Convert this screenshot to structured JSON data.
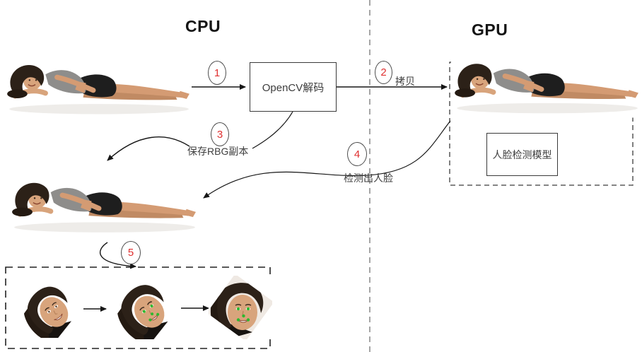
{
  "titles": {
    "cpu": "CPU",
    "gpu": "GPU"
  },
  "boxes": {
    "decode": "OpenCV解码",
    "model": "人脸检测模型"
  },
  "steps": [
    {
      "num": "1"
    },
    {
      "num": "2",
      "label": "拷贝"
    },
    {
      "num": "3",
      "label": "保存RBG副本"
    },
    {
      "num": "4",
      "label": "检测出人脸"
    },
    {
      "num": "5"
    }
  ],
  "images": {
    "cpu_source": "woman-lying-photo",
    "gpu_copy": "woman-lying-photo",
    "rgb_copy": "woman-lying-photo",
    "face_steps": [
      "face-crop",
      "face-crop-landmarks",
      "face-crop-aligned"
    ]
  },
  "colors": {
    "step_number": "#e03131",
    "line": "#161616",
    "divider": "#8f8f8f",
    "text": "#3d3d3d"
  }
}
